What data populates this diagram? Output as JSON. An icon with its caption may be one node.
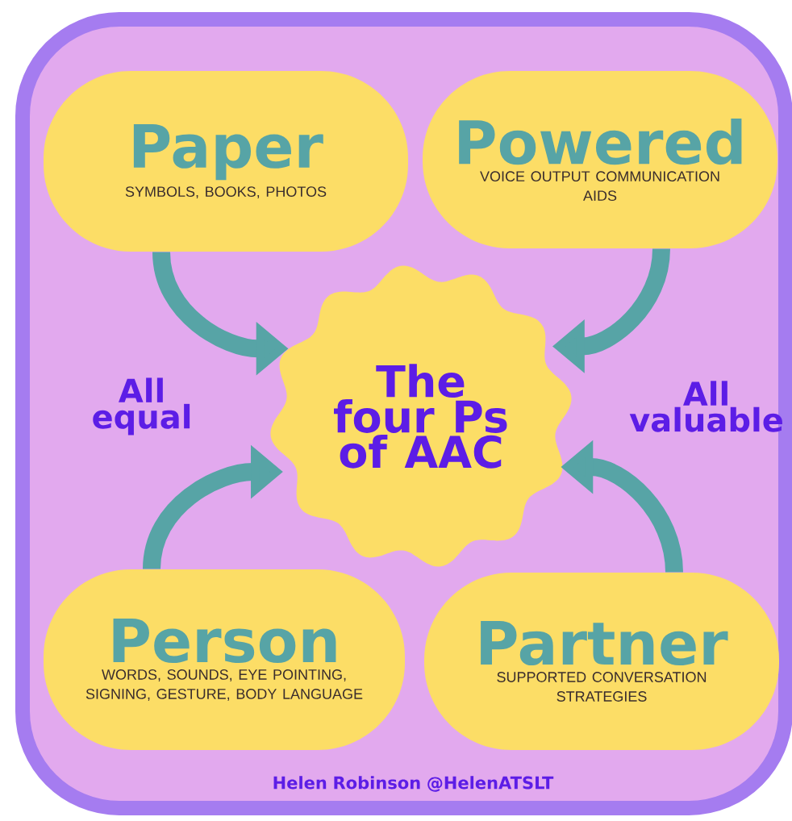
{
  "diagram": {
    "nodes": [
      {
        "text": [
          "Paper",
          "SYMBOLS, BOOKS, PHOTOS"
        ]
      },
      {
        "text": [
          "Powered",
          "VOICE OUTPUT COMMUNICATION AIDS"
        ]
      },
      {
        "text": [
          "The four Ps of AAC"
        ]
      },
      {
        "text": [
          "Person",
          "WORDS, SOUNDS, EYE POINTING, SIGNING, GESTURE, BODY LANGUAGE"
        ]
      },
      {
        "text": [
          "Partner",
          "SUPPORTED CONVERSATION STRATEGIES"
        ]
      }
    ],
    "edges": [
      {
        "from": 0,
        "to": 2,
        "arrow": "to"
      },
      {
        "from": 1,
        "to": 2,
        "arrow": "to"
      },
      {
        "from": 3,
        "to": 2,
        "arrow": "to"
      },
      {
        "from": 4,
        "to": 2,
        "arrow": "to"
      }
    ],
    "labels": [
      "All equal",
      "All valuable",
      "Helen Robinson @HelenATSLT"
    ]
  }
}
